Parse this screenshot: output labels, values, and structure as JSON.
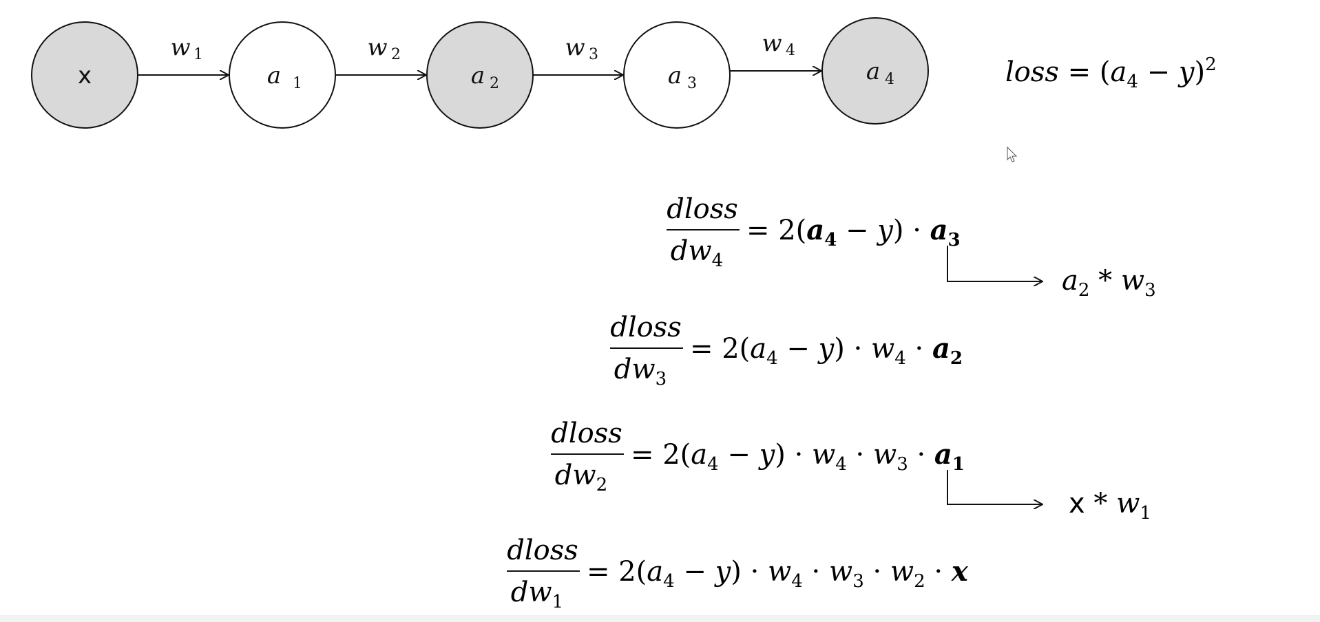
{
  "nodes": [
    {
      "id": "x",
      "label": "x",
      "filled": true
    },
    {
      "id": "a1",
      "label": "a",
      "sub": "1",
      "filled": false
    },
    {
      "id": "a2",
      "label": "a",
      "sub": "2",
      "filled": true
    },
    {
      "id": "a3",
      "label": "a",
      "sub": "3",
      "filled": false
    },
    {
      "id": "a4",
      "label": "a",
      "sub": "4",
      "filled": true
    }
  ],
  "edges": [
    {
      "label": "w",
      "sub": "1"
    },
    {
      "label": "w",
      "sub": "2"
    },
    {
      "label": "w",
      "sub": "3"
    },
    {
      "label": "w",
      "sub": "4"
    }
  ],
  "loss_equation": {
    "text": "loss = (a4 − y)²"
  },
  "derivatives": [
    {
      "name": "dloss/dw4",
      "numerator": "dloss",
      "denominator": "dw",
      "den_sub": "4",
      "rhs": "= 2(a4 − y) · a3"
    },
    {
      "name": "dloss/dw3",
      "numerator": "dloss",
      "denominator": "dw",
      "den_sub": "3",
      "rhs": "= 2(a4 − y) · w4 · a2"
    },
    {
      "name": "dloss/dw2",
      "numerator": "dloss",
      "denominator": "dw",
      "den_sub": "2",
      "rhs": "= 2(a4 − y) · w4 · w3 · a1"
    },
    {
      "name": "dloss/dw1",
      "numerator": "dloss",
      "denominator": "dw",
      "den_sub": "1",
      "rhs": "= 2(a4 − y) · w4 · w3 · w2 · x"
    }
  ],
  "annotations": [
    {
      "text": "a2 * w3"
    },
    {
      "text": "x * w1"
    }
  ],
  "colors": {
    "node_fill": "#d9d9d9",
    "stroke": "#111111"
  }
}
